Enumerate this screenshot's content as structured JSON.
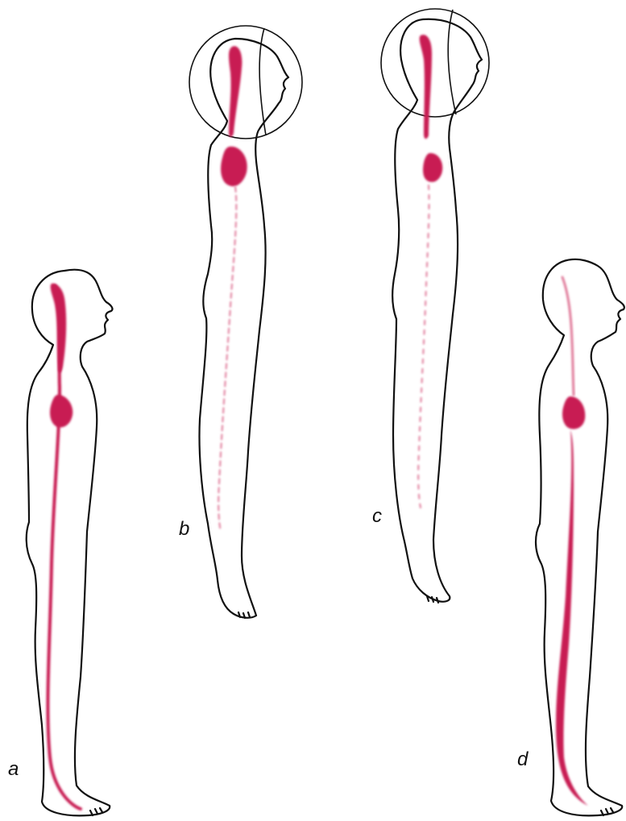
{
  "figures": [
    {
      "label": "a",
      "halo": false
    },
    {
      "label": "b",
      "halo": true
    },
    {
      "label": "c",
      "halo": true
    },
    {
      "label": "d",
      "halo": false
    }
  ],
  "colors": {
    "outline": "#111111",
    "channel": "#c81a52",
    "channel_light": "#e07a9a",
    "background": "#ffffff"
  }
}
